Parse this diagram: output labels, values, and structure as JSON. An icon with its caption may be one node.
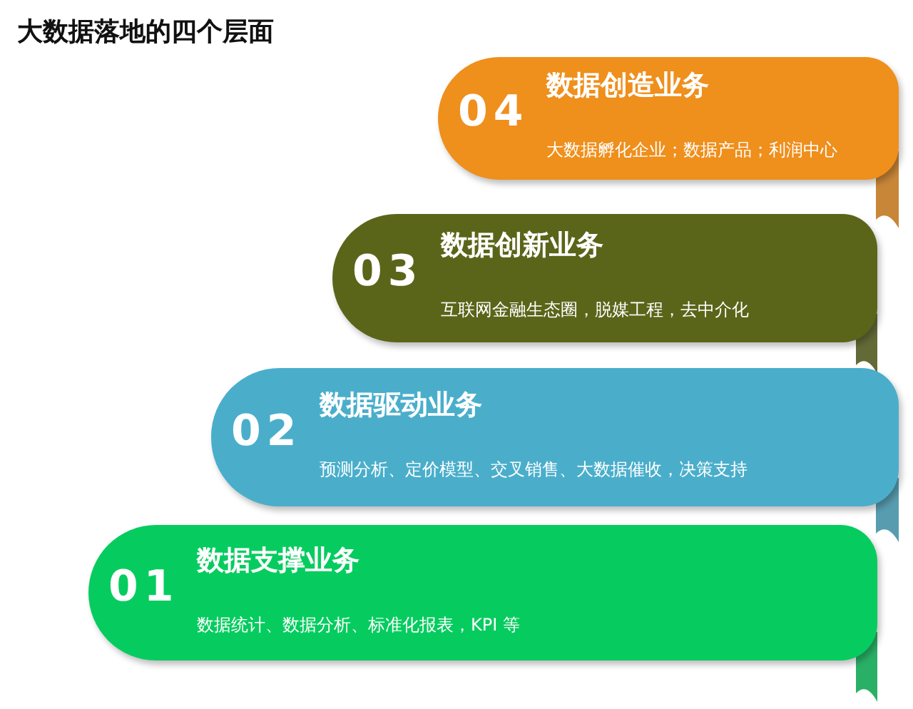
{
  "diagram": {
    "title": "大数据落地的四个层面",
    "nodes": [
      {
        "text": [
          "04",
          "数据**创造**业务",
          "大数据孵化企业；数据产品；利润中心"
        ]
      },
      {
        "text": [
          "03",
          "数据**创新**业务",
          "互联网金融生态圈，脱媒工程，去中介化"
        ]
      },
      {
        "text": [
          "02",
          "数据**驱动**业务",
          "预测分析、定价模型、交叉销售、大数据催收，决策支持"
        ]
      },
      {
        "text": [
          "01",
          "数据**支撑**业务",
          "数据统计、数据分析、标准化报表，KPI 等"
        ]
      }
    ],
    "edges": []
  }
}
